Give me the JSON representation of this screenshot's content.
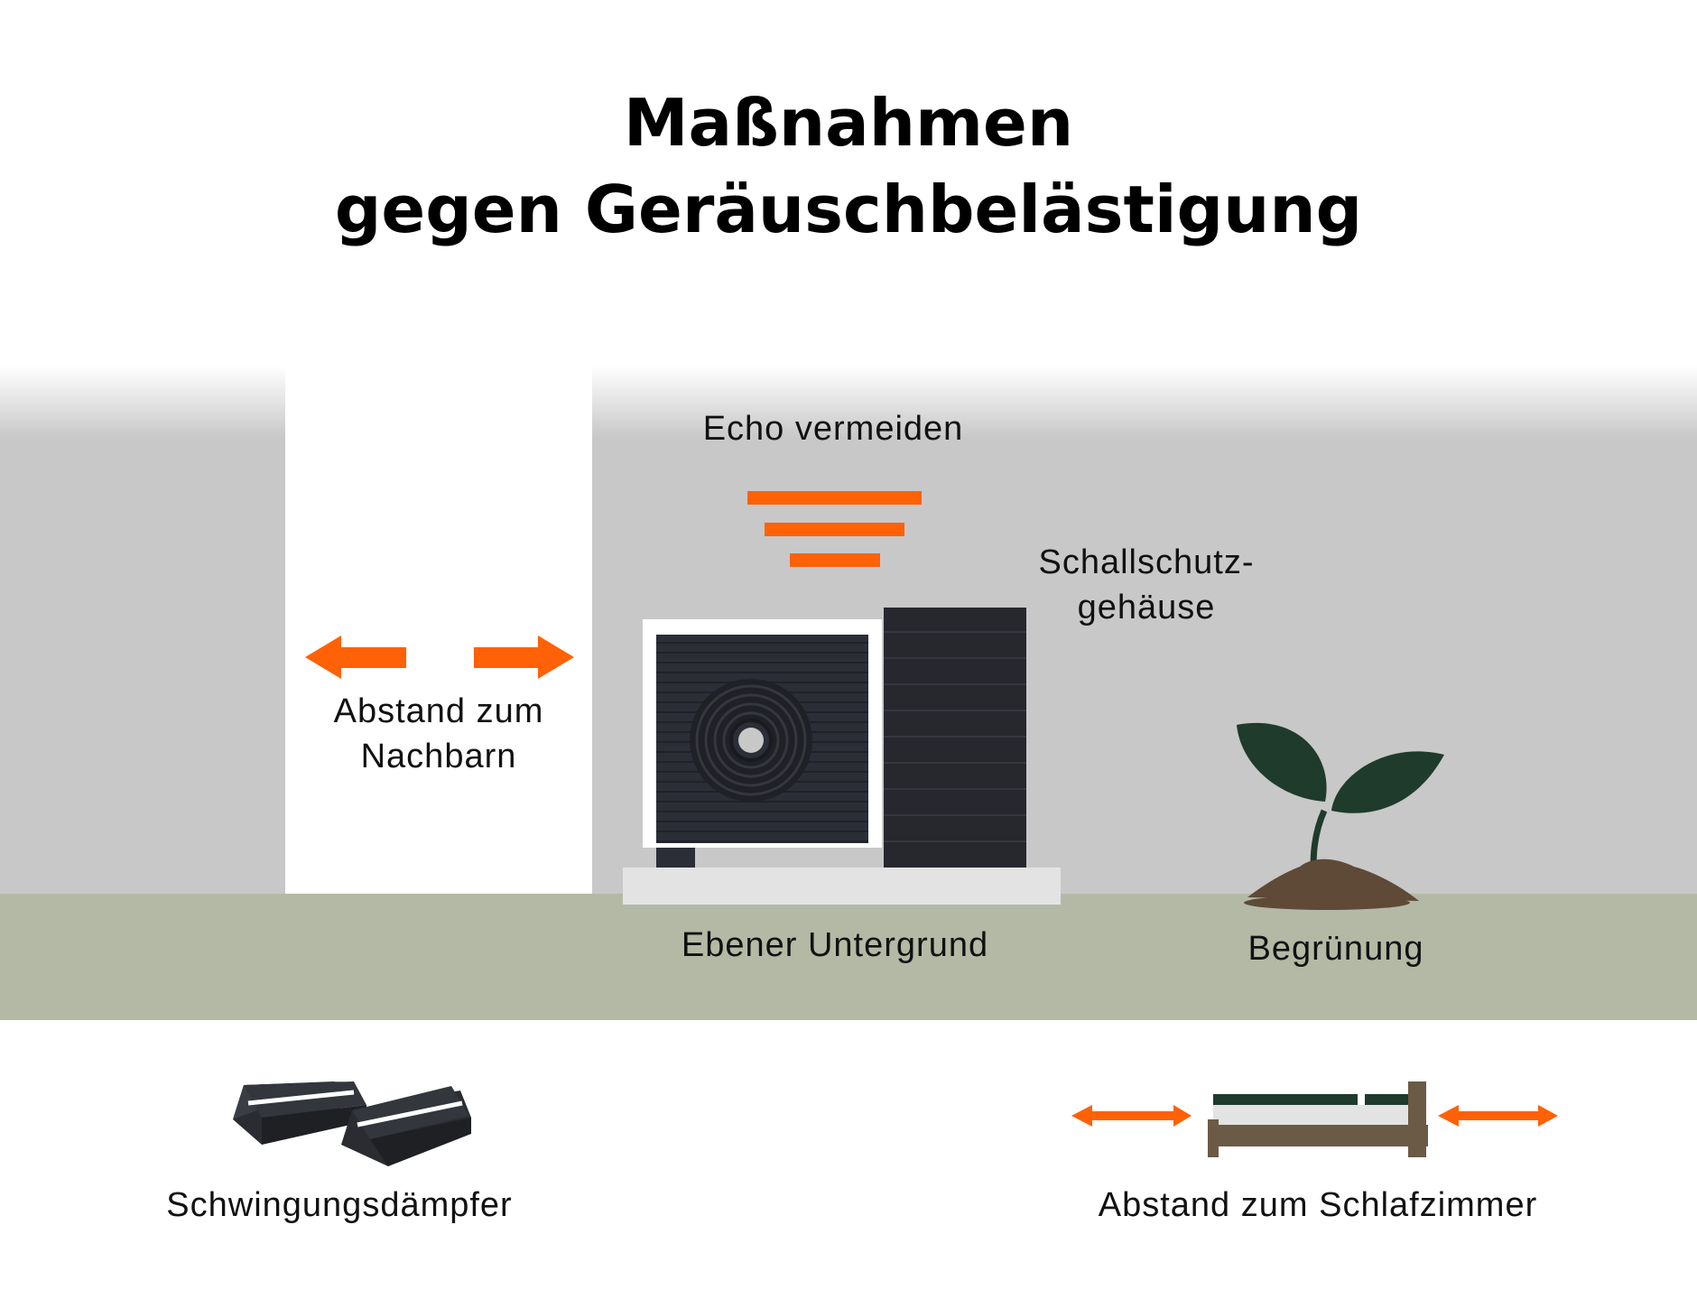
{
  "title": {
    "line1": "Maßnahmen",
    "line2": "gegen Geräuschbelästigung"
  },
  "labels": {
    "echo": "Echo vermeiden",
    "enclosure_line1": "Schallschutz-",
    "enclosure_line2": "gehäuse",
    "neighbor_line1": "Abstand zum",
    "neighbor_line2": "Nachbarn",
    "ground": "Ebener Untergrund",
    "greening": "Begrünung",
    "dampers": "Schwingungsdämpfer",
    "bedroom": "Abstand zum Schlafzimmer"
  },
  "colors": {
    "accent": "#ff6106",
    "wall": "#c8c8c8",
    "ground": "#b4b9a5",
    "unit_dark": "#2b2e36",
    "leaf": "#1e3b2c",
    "soil": "#5e4a37",
    "bed_frame": "#6b5a45"
  },
  "icons": {
    "neighbor_arrows": "double-arrow-horizontal-icon",
    "echo": "sound-wave-lines-icon",
    "heat_pump": "heat-pump-outdoor-unit-icon",
    "plant": "seedling-icon",
    "dampers": "vibration-damper-icon",
    "bed": "bed-icon"
  }
}
